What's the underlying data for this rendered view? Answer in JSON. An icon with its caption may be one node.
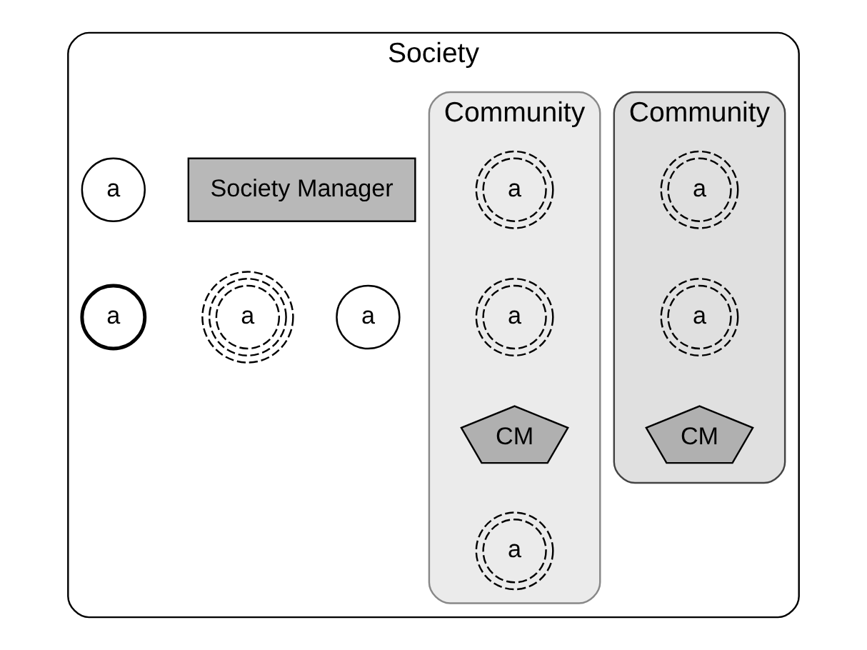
{
  "diagram": {
    "nodes": [
      {
        "text": [
          "Society"
        ]
      },
      {
        "text": [
          "Society Manager"
        ],
        "in": 0
      },
      {
        "text": [
          "Community"
        ],
        "in": 0
      },
      {
        "text": [
          "Community"
        ],
        "in": 0
      },
      {
        "text": [
          "a"
        ],
        "in": 0
      },
      {
        "text": [
          "a"
        ],
        "in": 3
      },
      {
        "text": [
          "a"
        ],
        "in": 2
      },
      {
        "text": [
          "a"
        ],
        "in": 0
      },
      {
        "text": [
          "a"
        ],
        "in": 3
      },
      {
        "text": [
          "a"
        ],
        "in": 0
      },
      {
        "text": [
          "a"
        ],
        "in": 0
      },
      {
        "text": [
          "a"
        ],
        "in": 2
      },
      {
        "text": [
          "CM"
        ],
        "in": 3
      },
      {
        "text": [
          "CM"
        ],
        "in": 2
      },
      {
        "text": [
          "a"
        ],
        "in": 3
      }
    ]
  }
}
